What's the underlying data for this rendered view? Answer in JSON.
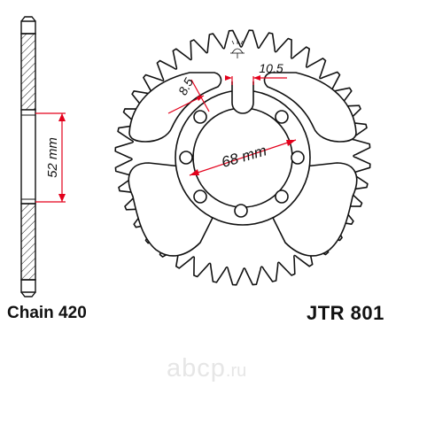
{
  "part": {
    "chain_label": "Chain 420",
    "model_label": "JTR 801"
  },
  "dimensions": {
    "bore": "68 mm",
    "stud_spacing": "52 mm",
    "hole_dia": "8.5",
    "bolt_offset": "10.5"
  },
  "watermark": {
    "main": "abcp",
    "tld": ".ru"
  },
  "colors": {
    "outline": "#111111",
    "dimension_red": "#e3001b",
    "watermark": "#e6e6e6"
  },
  "icons": {
    "tooth_symbol": "tooth-pitch-icon"
  }
}
